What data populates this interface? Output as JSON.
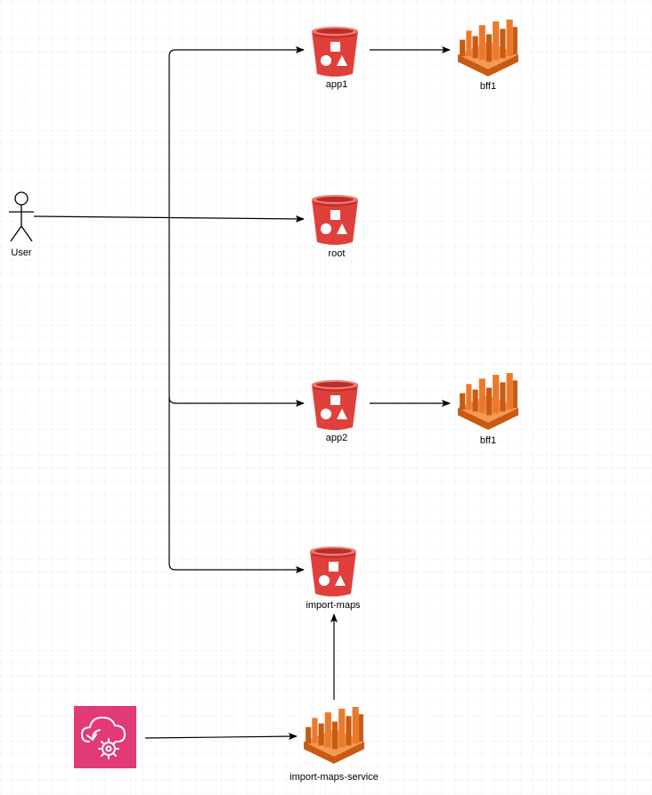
{
  "nodes": {
    "user": {
      "label": "User"
    },
    "app1": {
      "label": "app1"
    },
    "bff1_top": {
      "label": "bff1"
    },
    "root": {
      "label": "root"
    },
    "app2": {
      "label": "app2"
    },
    "bff1_bottom": {
      "label": "bff1"
    },
    "import_maps": {
      "label": "import-maps"
    },
    "import_maps_service": {
      "label": "import-maps-service"
    },
    "automation_service": {
      "label": ""
    }
  },
  "icons": {
    "user": "user-stick-figure-icon",
    "bucket": "s3-bucket-icon",
    "lambda": "lambda-function-icon",
    "automation": "cloud-gear-icon"
  },
  "colors": {
    "grid": "#e6e6e6",
    "bucket_red": "#e0403b",
    "bucket_dark": "#b92d28",
    "lambda_orange": "#ea7a2a",
    "lambda_dark": "#c85a14",
    "automation_pink": "#e23a77",
    "edge": "#000000"
  }
}
